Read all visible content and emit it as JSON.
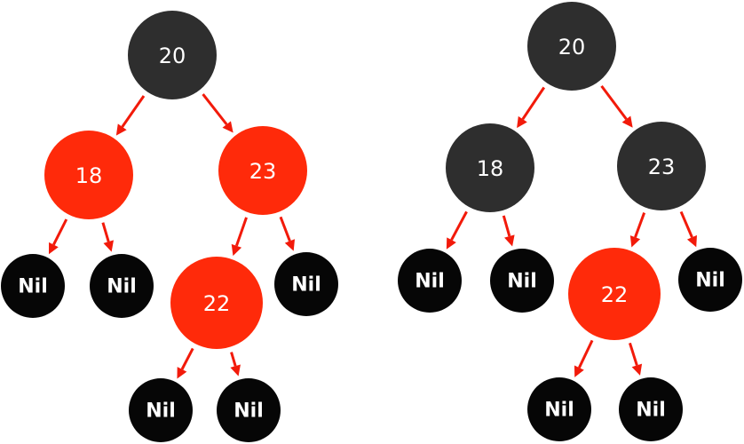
{
  "colors": {
    "black_node": "#2e2e2e",
    "red_node": "#ff2a0a",
    "nil_node": "#060606",
    "edge": "#f21a0a",
    "text": "#ffffff"
  },
  "trees": [
    {
      "nodes": [
        {
          "id": "n20",
          "label": "20",
          "kind": "black"
        },
        {
          "id": "n18",
          "label": "18",
          "kind": "red"
        },
        {
          "id": "n23",
          "label": "23",
          "kind": "red"
        },
        {
          "id": "nil18a",
          "label": "Nil",
          "kind": "nil"
        },
        {
          "id": "nil18b",
          "label": "Nil",
          "kind": "nil"
        },
        {
          "id": "n22",
          "label": "22",
          "kind": "red"
        },
        {
          "id": "nil23",
          "label": "Nil",
          "kind": "nil"
        },
        {
          "id": "nil22a",
          "label": "Nil",
          "kind": "nil"
        },
        {
          "id": "nil22b",
          "label": "Nil",
          "kind": "nil"
        }
      ],
      "edges": [
        [
          "n20",
          "n18"
        ],
        [
          "n20",
          "n23"
        ],
        [
          "n18",
          "nil18a"
        ],
        [
          "n18",
          "nil18b"
        ],
        [
          "n23",
          "n22"
        ],
        [
          "n23",
          "nil23"
        ],
        [
          "n22",
          "nil22a"
        ],
        [
          "n22",
          "nil22b"
        ]
      ]
    },
    {
      "nodes": [
        {
          "id": "n20",
          "label": "20",
          "kind": "black"
        },
        {
          "id": "n18",
          "label": "18",
          "kind": "black"
        },
        {
          "id": "n23",
          "label": "23",
          "kind": "black"
        },
        {
          "id": "nil18a",
          "label": "Nil",
          "kind": "nil"
        },
        {
          "id": "nil18b",
          "label": "Nil",
          "kind": "nil"
        },
        {
          "id": "n22",
          "label": "22",
          "kind": "red"
        },
        {
          "id": "nil23",
          "label": "Nil",
          "kind": "nil"
        },
        {
          "id": "nil22a",
          "label": "Nil",
          "kind": "nil"
        },
        {
          "id": "nil22b",
          "label": "Nil",
          "kind": "nil"
        }
      ],
      "edges": [
        [
          "n20",
          "n18"
        ],
        [
          "n20",
          "n23"
        ],
        [
          "n18",
          "nil18a"
        ],
        [
          "n18",
          "nil18b"
        ],
        [
          "n23",
          "n22"
        ],
        [
          "n23",
          "nil23"
        ],
        [
          "n22",
          "nil22a"
        ],
        [
          "n22",
          "nil22b"
        ]
      ]
    }
  ]
}
